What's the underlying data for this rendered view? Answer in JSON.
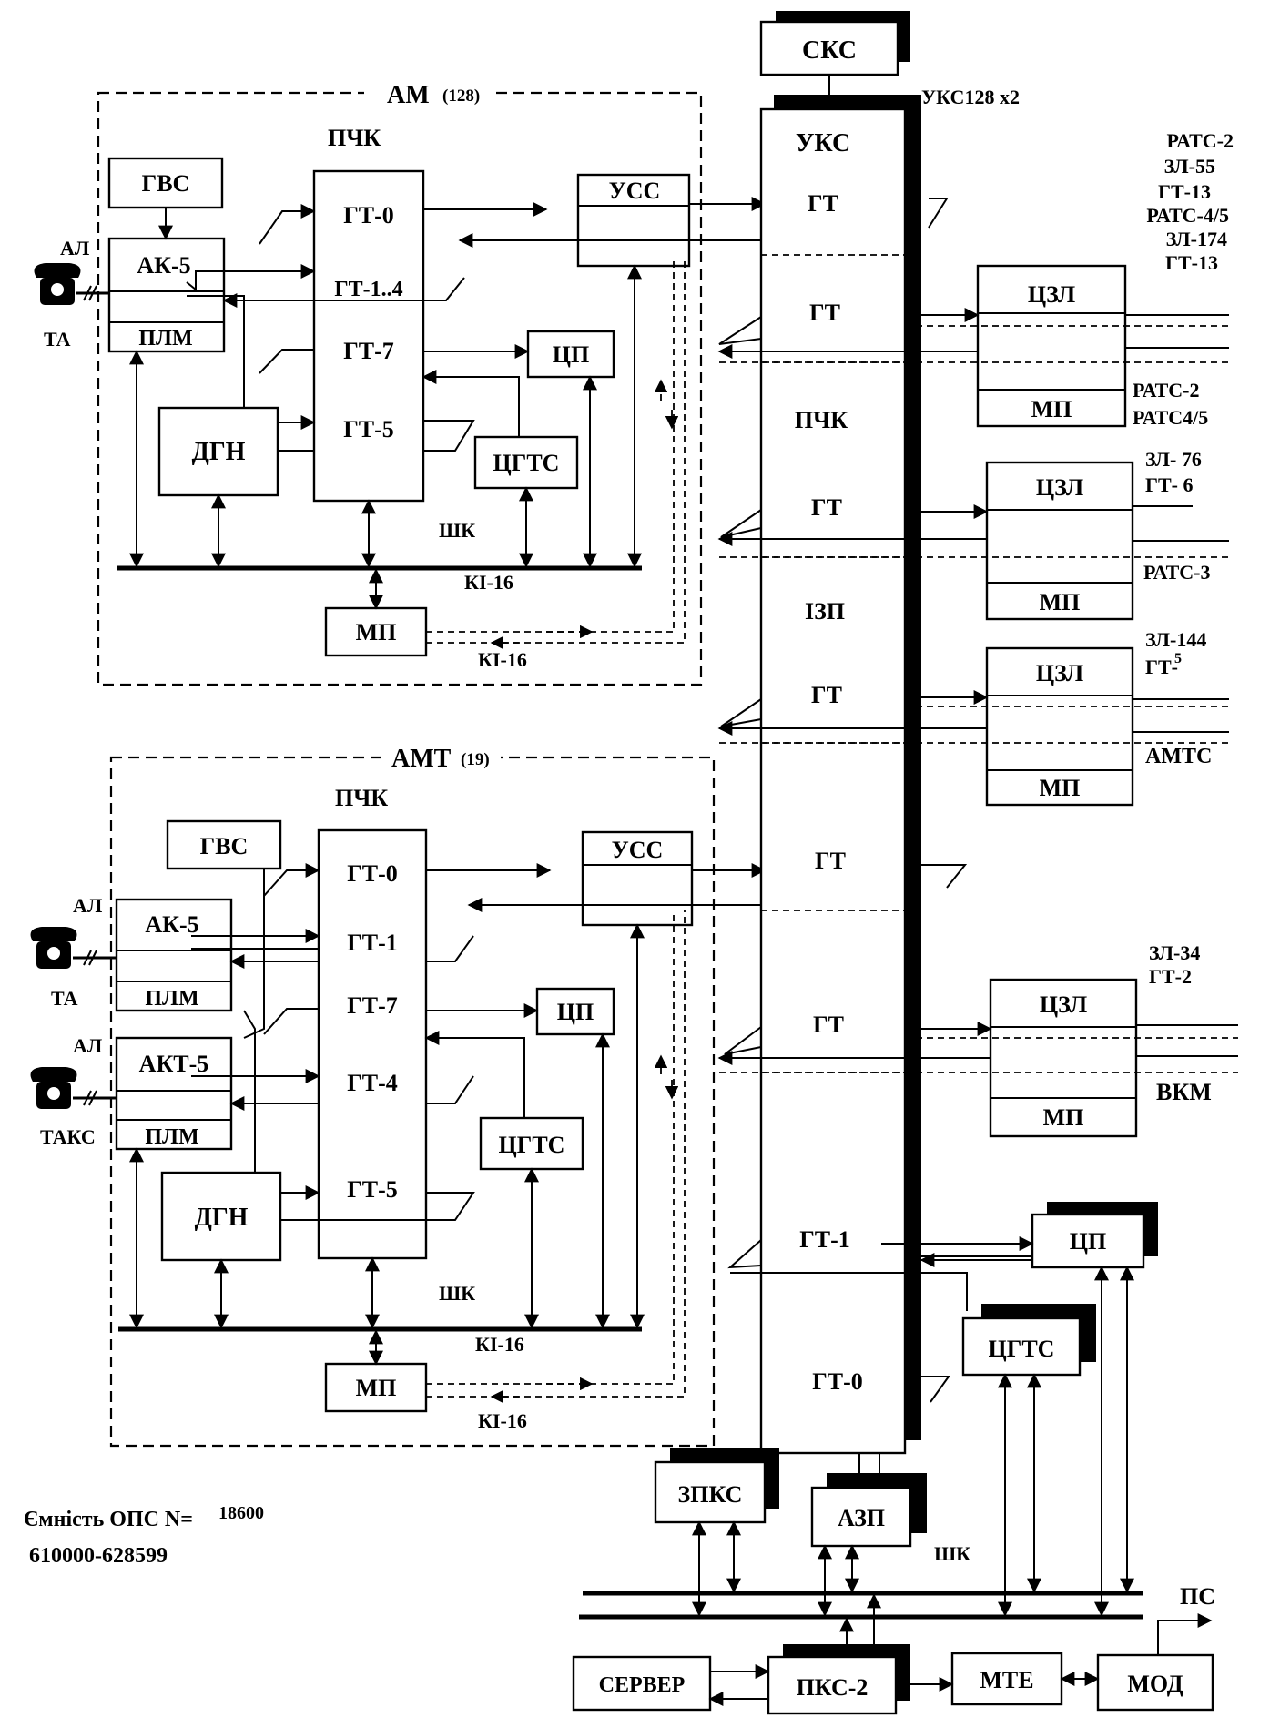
{
  "modules": {
    "am": {
      "title": "АМ",
      "count": "(128)",
      "pchk": "ПЧК",
      "gvs": "ГВС",
      "ak": "АК-5",
      "plm": "ПЛМ",
      "dgn": "ДГН",
      "gt0": "ГТ-0",
      "gt14": "ГТ-1..4",
      "gt7": "ГТ-7",
      "gt5": "ГТ-5",
      "uss": "УСС",
      "cp": "ЦП",
      "cgts": "ЦГТС",
      "mp": "МП",
      "shk": "ШК",
      "ki_bus": "КІ-16",
      "ki_mp": "КІ-16",
      "al": "АЛ",
      "ta": "ТА"
    },
    "amt": {
      "title": "АМТ",
      "count": "(19)",
      "pchk": "ПЧК",
      "gvs": "ГВС",
      "ak": "АК-5",
      "plm1": "ПЛМ",
      "akt": "АКТ-5",
      "plm2": "ПЛМ",
      "dgn": "ДГН",
      "gt0": "ГТ-0",
      "gt1": "ГТ-1",
      "gt7": "ГТ-7",
      "gt4": "ГТ-4",
      "gt5": "ГТ-5",
      "uss": "УСС",
      "cp": "ЦП",
      "cgts": "ЦГТС",
      "mp": "МП",
      "shk": "ШК",
      "ki_bus": "КІ-16",
      "ki_mp": "КІ-16",
      "al1": "АЛ",
      "ta": "ТА",
      "al2": "АЛ",
      "taks": "ТАКС"
    }
  },
  "center": {
    "sks": "СКС",
    "uks_note": "УКС128 x2",
    "uks": "УКС",
    "gt1": "ГТ",
    "gt2": "ГТ",
    "pchk": "ПЧК",
    "gt3": "ГТ",
    "izp": "ІЗП",
    "gt4": "ГТ",
    "gt5": "ГТ",
    "gt6": "ГТ",
    "gt7": "ГТ-1",
    "gt8": "ГТ-0"
  },
  "trunks": {
    "top_note": [
      "РАТС-2",
      "ЗЛ-55",
      "ГТ-13",
      "РАТС-4/5",
      "ЗЛ-174",
      "ГТ-13"
    ],
    "t1": {
      "czl": "ЦЗЛ",
      "mp": "МП",
      "dest1": "РАТС-2",
      "dest2": "РАТС4/5"
    },
    "t2": {
      "czl": "ЦЗЛ",
      "mp": "МП",
      "zl": "ЗЛ- 76",
      "gt": "ГТ- 6",
      "dest": "РАТС-3"
    },
    "t3": {
      "czl": "ЦЗЛ",
      "mp": "МП",
      "zl": "ЗЛ-144",
      "gt": "ГТ-",
      "gt_sup": "5",
      "dest": "АМТС"
    },
    "t4": {
      "czl": "ЦЗЛ",
      "mp": "МП",
      "zl": "ЗЛ-34",
      "gt": "ГТ-2",
      "dest": "ВКМ"
    }
  },
  "control": {
    "cp": "ЦП",
    "cgts": "ЦГТС",
    "zpks": "ЗПКС",
    "azp": "АЗП",
    "shk": "ШК",
    "ps": "ПС",
    "server": "СЕРВЕР",
    "pks": "ПКС-2",
    "mte": "МТЕ",
    "mod": "МОД"
  },
  "capacity": {
    "label": "Ємність ОПС N=",
    "value": "18600",
    "range": "610000-628599"
  }
}
